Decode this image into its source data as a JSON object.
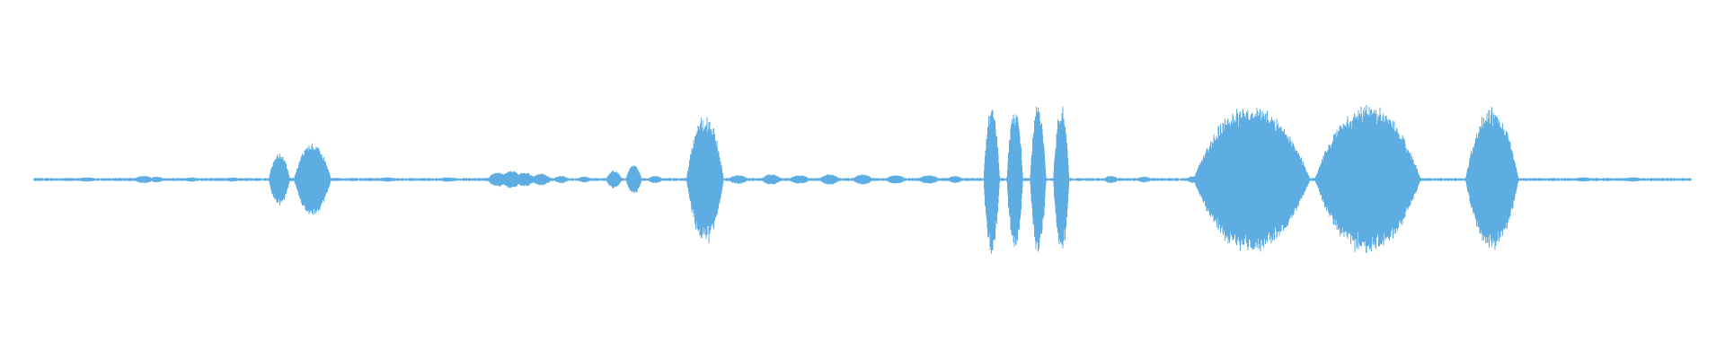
{
  "waveform": {
    "color": "#5DADE2",
    "baseline_amplitude": 0.015,
    "events": [
      {
        "center": 0.032,
        "amplitude": 0.03,
        "width": 0.004
      },
      {
        "center": 0.066,
        "amplitude": 0.05,
        "width": 0.004
      },
      {
        "center": 0.074,
        "amplitude": 0.04,
        "width": 0.003
      },
      {
        "center": 0.095,
        "amplitude": 0.03,
        "width": 0.003
      },
      {
        "center": 0.12,
        "amplitude": 0.03,
        "width": 0.003
      },
      {
        "center": 0.148,
        "amplitude": 0.35,
        "width": 0.004
      },
      {
        "center": 0.168,
        "amplitude": 0.48,
        "width": 0.007
      },
      {
        "center": 0.213,
        "amplitude": 0.03,
        "width": 0.004
      },
      {
        "center": 0.25,
        "amplitude": 0.03,
        "width": 0.004
      },
      {
        "center": 0.28,
        "amplitude": 0.1,
        "width": 0.004
      },
      {
        "center": 0.288,
        "amplitude": 0.12,
        "width": 0.004
      },
      {
        "center": 0.296,
        "amplitude": 0.1,
        "width": 0.004
      },
      {
        "center": 0.306,
        "amplitude": 0.08,
        "width": 0.004
      },
      {
        "center": 0.318,
        "amplitude": 0.05,
        "width": 0.003
      },
      {
        "center": 0.332,
        "amplitude": 0.04,
        "width": 0.003
      },
      {
        "center": 0.35,
        "amplitude": 0.12,
        "width": 0.003
      },
      {
        "center": 0.362,
        "amplitude": 0.2,
        "width": 0.003
      },
      {
        "center": 0.375,
        "amplitude": 0.05,
        "width": 0.003
      },
      {
        "center": 0.405,
        "amplitude": 0.85,
        "width": 0.007
      },
      {
        "center": 0.425,
        "amplitude": 0.06,
        "width": 0.004
      },
      {
        "center": 0.445,
        "amplitude": 0.07,
        "width": 0.004
      },
      {
        "center": 0.462,
        "amplitude": 0.06,
        "width": 0.004
      },
      {
        "center": 0.48,
        "amplitude": 0.07,
        "width": 0.004
      },
      {
        "center": 0.5,
        "amplitude": 0.07,
        "width": 0.004
      },
      {
        "center": 0.52,
        "amplitude": 0.06,
        "width": 0.004
      },
      {
        "center": 0.54,
        "amplitude": 0.06,
        "width": 0.004
      },
      {
        "center": 0.556,
        "amplitude": 0.05,
        "width": 0.003
      },
      {
        "center": 0.578,
        "amplitude": 1.0,
        "width": 0.003
      },
      {
        "center": 0.592,
        "amplitude": 0.98,
        "width": 0.003
      },
      {
        "center": 0.606,
        "amplitude": 1.0,
        "width": 0.003
      },
      {
        "center": 0.62,
        "amplitude": 0.98,
        "width": 0.003
      },
      {
        "center": 0.65,
        "amplitude": 0.05,
        "width": 0.003
      },
      {
        "center": 0.67,
        "amplitude": 0.04,
        "width": 0.003
      },
      {
        "center": 0.7,
        "amplitude": 0.05,
        "width": 0.003
      },
      {
        "center": 0.735,
        "amplitude": 1.0,
        "width": 0.022
      },
      {
        "center": 0.805,
        "amplitude": 1.0,
        "width": 0.02
      },
      {
        "center": 0.88,
        "amplitude": 0.95,
        "width": 0.01
      },
      {
        "center": 0.935,
        "amplitude": 0.03,
        "width": 0.004
      },
      {
        "center": 0.965,
        "amplitude": 0.03,
        "width": 0.004
      }
    ]
  }
}
